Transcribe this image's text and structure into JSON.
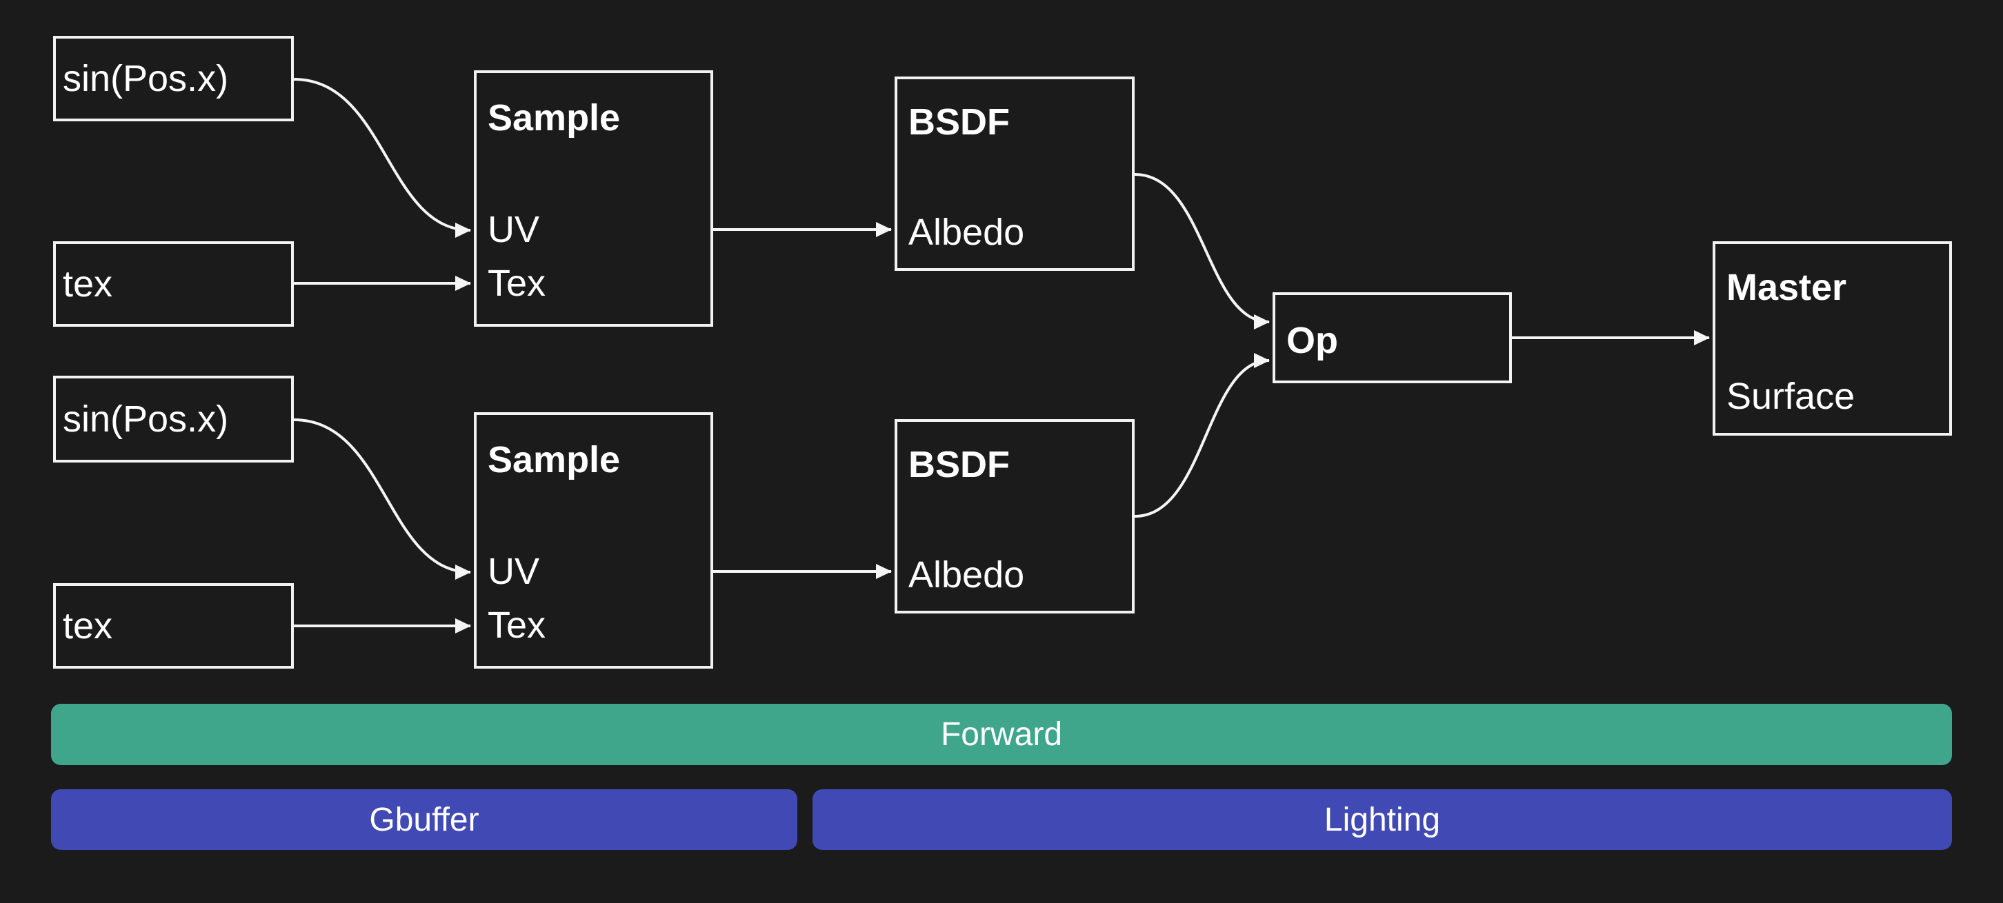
{
  "diagram": {
    "background_color": "#1b1b1b",
    "node_border_color": "#f2f2f2",
    "edge_color": "#f5f5f5",
    "text_color": "#ffffff"
  },
  "nodes": {
    "sin1": {
      "label": "sin(Pos.x)"
    },
    "tex1": {
      "label": "tex"
    },
    "sample1": {
      "title": "Sample",
      "ports": [
        "UV",
        "Tex"
      ]
    },
    "bsdf1": {
      "title": "BSDF",
      "ports": [
        "Albedo"
      ]
    },
    "sin2": {
      "label": "sin(Pos.x)"
    },
    "tex2": {
      "label": "tex"
    },
    "sample2": {
      "title": "Sample",
      "ports": [
        "UV",
        "Tex"
      ]
    },
    "bsdf2": {
      "title": "BSDF",
      "ports": [
        "Albedo"
      ]
    },
    "op": {
      "title": "Op"
    },
    "master": {
      "title": "Master",
      "ports": [
        "Surface"
      ]
    }
  },
  "bars": [
    {
      "label": "Forward",
      "color": "#3fa68b"
    },
    {
      "label": "Gbuffer",
      "color": "#4149b4"
    },
    {
      "label": "Lighting",
      "color": "#4149b4"
    }
  ]
}
